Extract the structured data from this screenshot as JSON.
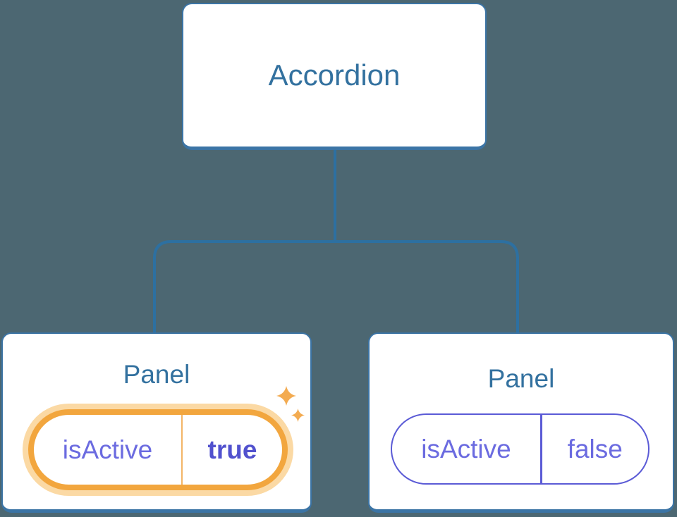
{
  "diagram": {
    "description": "Component tree: Accordion parent with two Panel children showing isActive state props",
    "root": {
      "label": "Accordion"
    },
    "panels": [
      {
        "title": "Panel",
        "prop_name": "isActive",
        "prop_value": "true",
        "highlighted": true
      },
      {
        "title": "Panel",
        "prop_name": "isActive",
        "prop_value": "false",
        "highlighted": false
      }
    ]
  },
  "icons": [
    {
      "name": "sparkle-large-icon",
      "meaning": "highlight sparkle",
      "color": "#f3ab51"
    },
    {
      "name": "sparkle-small-icon",
      "meaning": "highlight sparkle",
      "color": "#f3ab51"
    }
  ],
  "colors": {
    "background": "#4c6772",
    "card_fill": "#ffffff",
    "card_border": "#3b74a5",
    "connector_line": "#2d70a1",
    "heading_text": "#33719f",
    "prop_text": "#6b6be0",
    "active_value_text": "#5151ce",
    "active_ring": "#f2a63e",
    "active_halo": "#fbd9a4",
    "active_divider": "#f3b566",
    "inactive_pill_border": "#5b5bd6",
    "sparkle": "#f3ab51"
  }
}
